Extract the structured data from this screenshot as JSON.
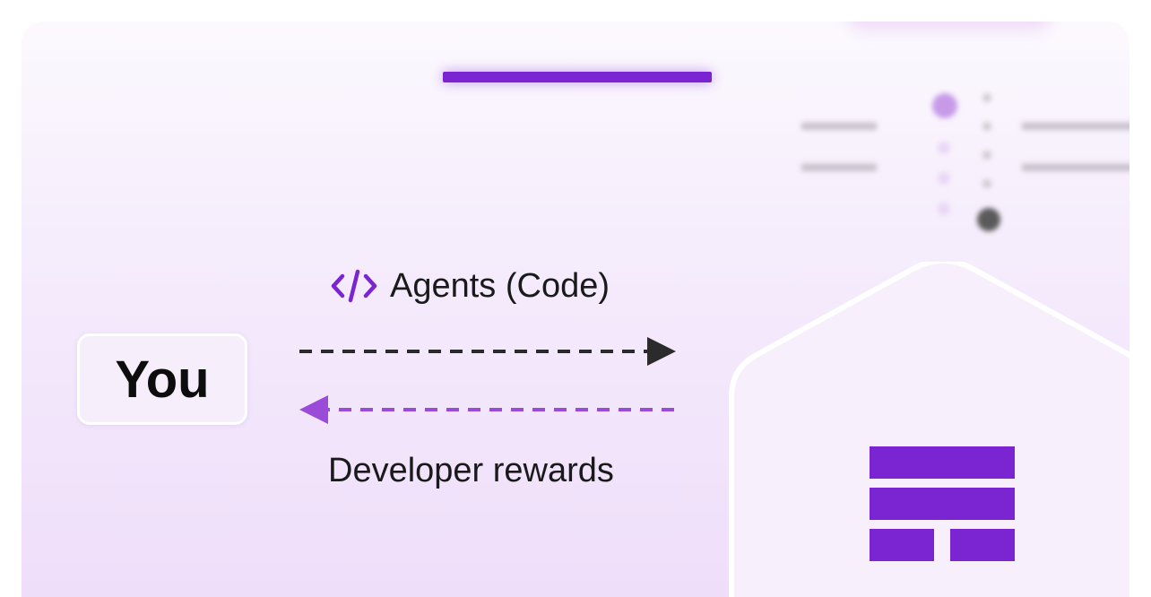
{
  "diagram": {
    "left_node": {
      "label": "You"
    },
    "top_edge": {
      "label": "Agents (Code)",
      "icon": "code-icon"
    },
    "bottom_edge": {
      "label": "Developer rewards"
    },
    "right_node": {
      "icon": "brand-logo-icon"
    }
  },
  "colors": {
    "accent": "#7a24d2",
    "arrow_dark": "#2b2b2b",
    "arrow_purple": "#9a4bd8",
    "background_top": "#fcf9fe",
    "background_bottom": "#efdefa"
  }
}
